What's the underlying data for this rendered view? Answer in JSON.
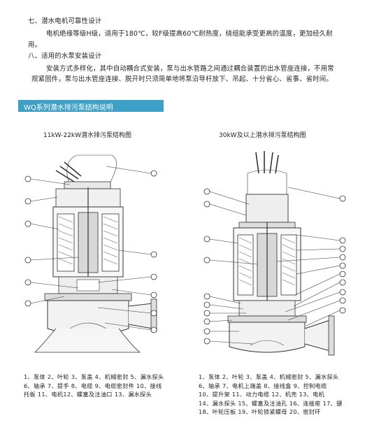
{
  "section7": {
    "heading": "七、潜水电机可靠性设计",
    "line1": "电机绝缘等级H级，适用于180℃，较F级提高60℃耐热度，绕组能承受更高的温度，更加经久耐",
    "line2": "用。"
  },
  "section8": {
    "heading": "八、适用的水泵安装设计",
    "line1": "安装方式多样化，其中自动耦合式安装，泵与出水管路之间通过耦合装置的出水管座连接，不用常",
    "line2": "规紧固件，泵与出水管座连接、脱开时只须简单地将泵沿导杆放下、吊起、十分省心、省事、省时间。"
  },
  "banner": {
    "title": "WQ系列潜水排污泵结构说明",
    "color": "#3ea0c6"
  },
  "left_figure": {
    "caption": "11kW-22kW潜水排污泵结构图",
    "legend": [
      "1、泵体  2、叶轮  3、泵盖  4、机械密封  5、漏水探头",
      "6、轴承  7、提手  8、电缆  9、电缆密封件  10、接线",
      "托板  11、电机12、螺塞及注油口  13、漏水探头"
    ]
  },
  "right_figure": {
    "caption": "30kW及以上潜水排污泵结构图",
    "legend": [
      "1、泵体  2、叶轮  3、泵盖  4、机械密封  5、漏水探头",
      "6、轴承  7、电机上端盖  8、接线盒  9、控制电缆",
      "10、提升架  11、动力电缆  12、机壳  13、电机",
      "14、漏水探头  15、螺塞及注油孔  16、连接座 17、键",
      "18、叶轮压板  19、叶轮锁紧螺母  20、密封环"
    ]
  }
}
